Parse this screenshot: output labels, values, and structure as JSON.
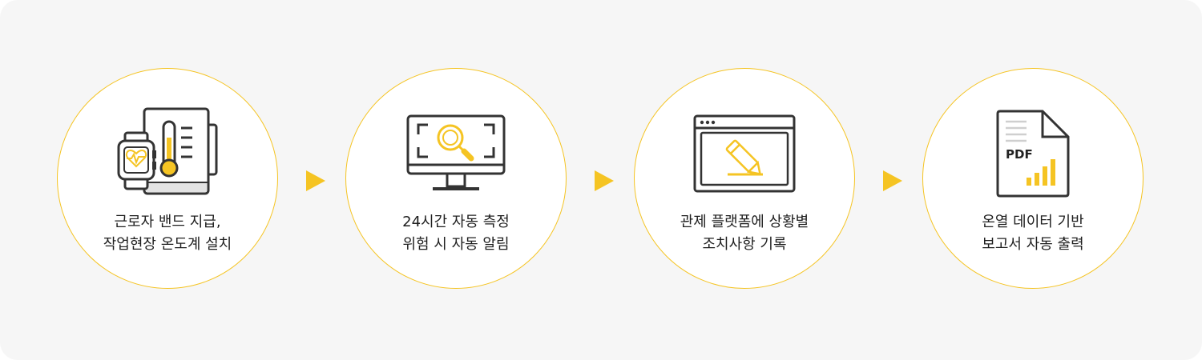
{
  "steps": [
    {
      "icon": "wearable-thermometer-icon",
      "lines": [
        "근로자 밴드 지급,",
        "작업현장 온도계 설치"
      ]
    },
    {
      "icon": "monitor-search-icon",
      "lines": [
        "24시간 자동 측정",
        "위험 시 자동 알림"
      ]
    },
    {
      "icon": "browser-edit-icon",
      "lines": [
        "관제 플랫폼에 상황별",
        "조치사항 기록"
      ]
    },
    {
      "icon": "pdf-report-icon",
      "pdf_label": "PDF",
      "lines": [
        "온열 데이터 기반",
        "보고서 자동 출력"
      ]
    }
  ],
  "colors": {
    "accent": "#f5c423",
    "stroke": "#333333",
    "text": "#1e1e1e",
    "background": "#f6f6f6"
  }
}
